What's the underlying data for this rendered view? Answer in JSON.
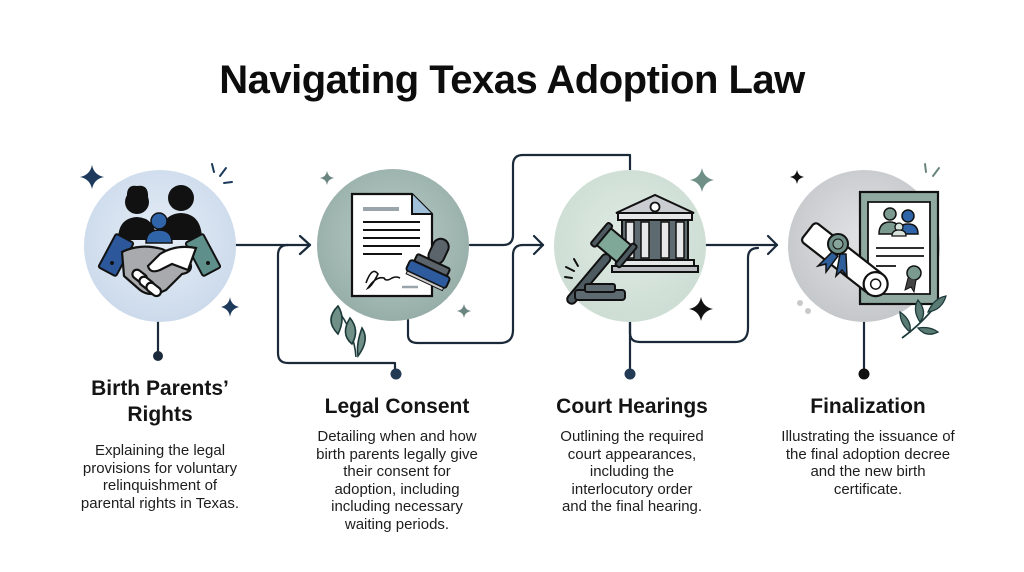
{
  "title": "Navigating Texas Adoption Law",
  "colors": {
    "line": "#1b2a3a",
    "circle_1": "#dce6f2",
    "circle_2": "#a9bdb8",
    "circle_3": "#d6e4dc",
    "circle_4": "#d3d5d7",
    "accent_blue": "#2f5f9a",
    "accent_green": "#6b8f86",
    "dark": "#1a1a1a"
  },
  "steps": [
    {
      "id": "birth-parents-rights",
      "title_lines": [
        "Birth Parents’",
        "Rights"
      ],
      "description_lines": [
        "Explaining the legal",
        "provisions for voluntary",
        "relinquishment of",
        "parental rights in Texas."
      ],
      "icon": "family-handshake-icon"
    },
    {
      "id": "legal-consent",
      "title_lines": [
        "Legal Consent"
      ],
      "description_lines": [
        "Detailing when and how",
        "birth parents legally give",
        "their consent for",
        "adoption, including",
        "including necessary",
        "waiting periods."
      ],
      "icon": "signed-document-stamp-icon"
    },
    {
      "id": "court-hearings",
      "title_lines": [
        "Court Hearings"
      ],
      "description_lines": [
        "Outlining the required",
        "court appearances,",
        "including the",
        "interlocutory order",
        "and the final hearing."
      ],
      "icon": "gavel-courthouse-icon"
    },
    {
      "id": "finalization",
      "title_lines": [
        "Finalization"
      ],
      "description_lines": [
        "Illustrating the issuance of",
        "the final adoption decree",
        "and the new birth",
        "certificate."
      ],
      "icon": "decree-certificate-icon"
    }
  ]
}
